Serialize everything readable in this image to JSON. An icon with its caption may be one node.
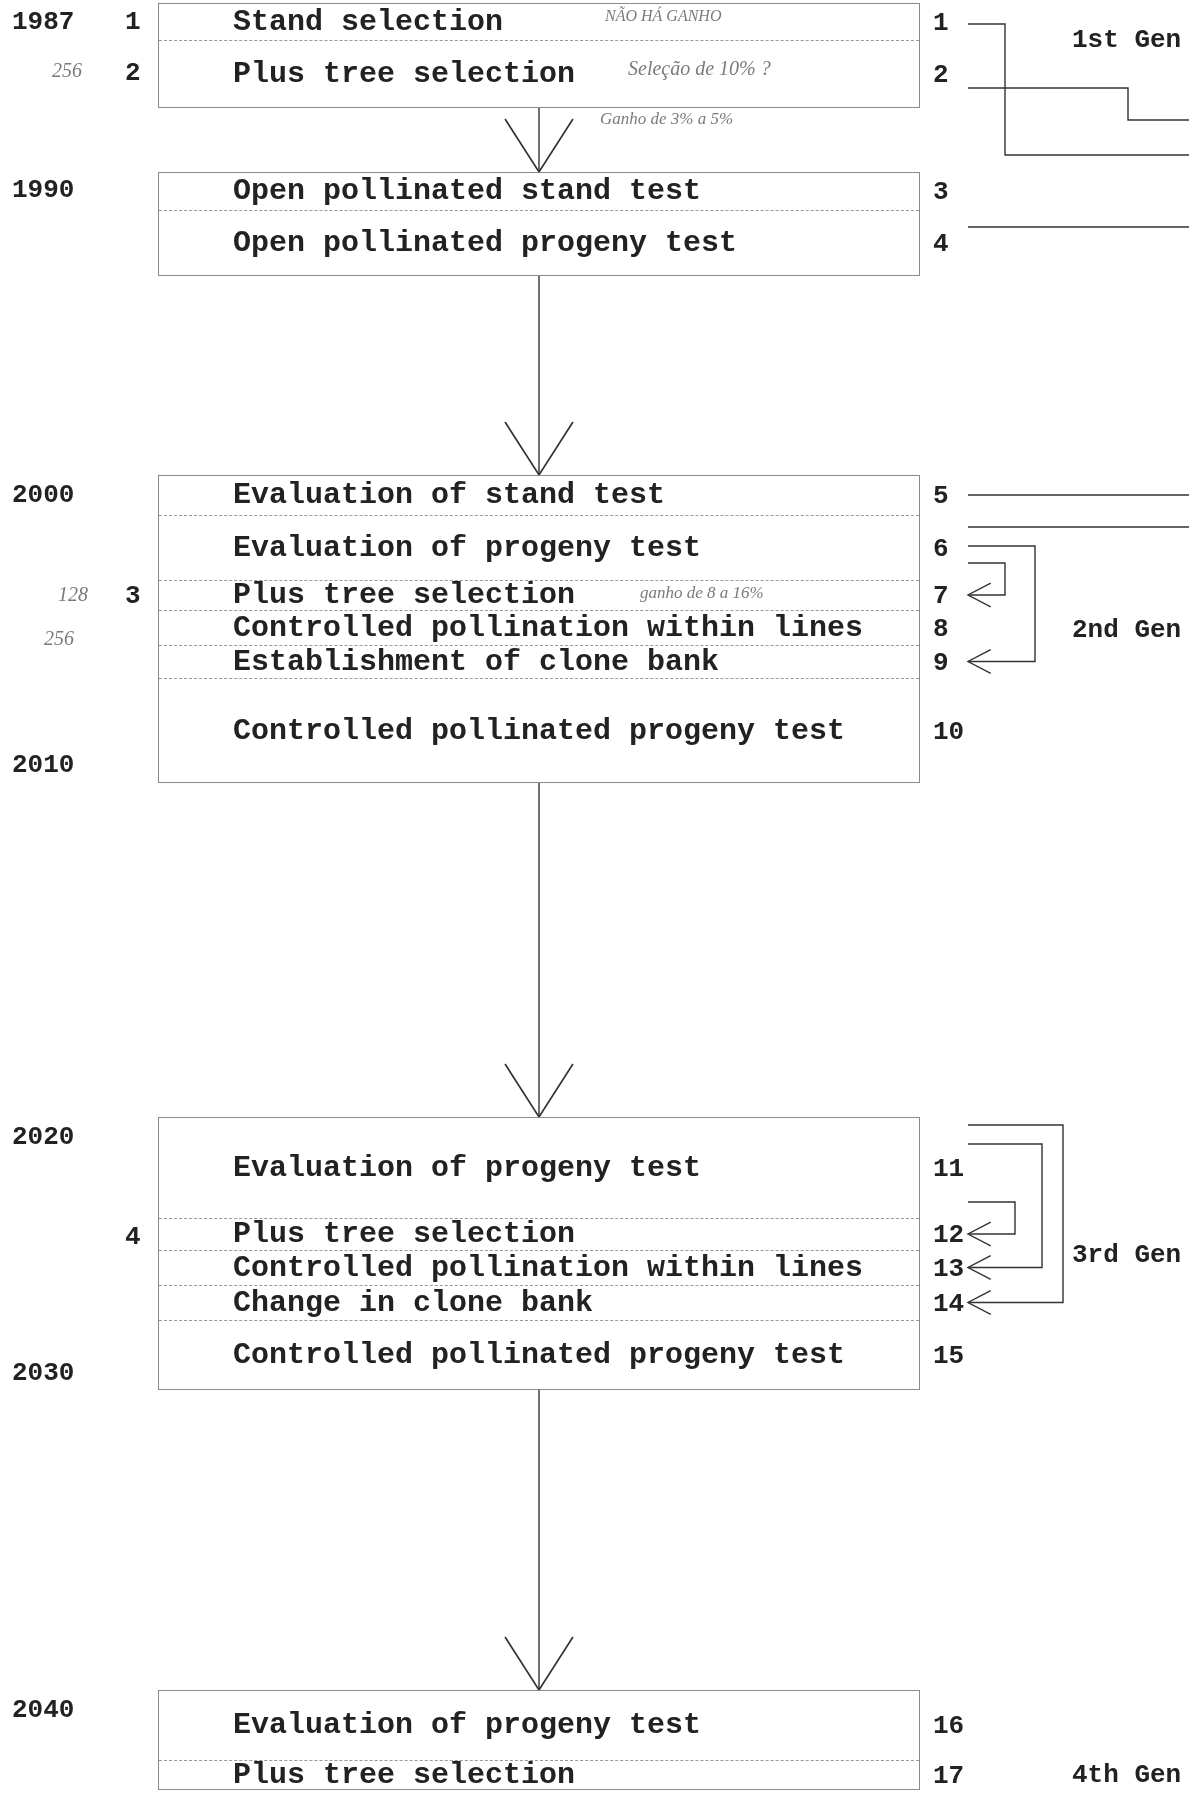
{
  "diagram": {
    "nodes": [
      {
        "text": [],
        "shape": "box"
      },
      {
        "text": [
          "Stand selection"
        ],
        "in": 0,
        "beside": [
          "1"
        ]
      },
      {
        "text": [
          "Plus tree selection"
        ],
        "in": 0,
        "beside": [
          "2"
        ]
      },
      {
        "text": [],
        "shape": "box"
      },
      {
        "text": [
          "Open pollinated stand test"
        ],
        "in": 3,
        "beside": [
          "3"
        ]
      },
      {
        "text": [
          "Open pollinated progeny test"
        ],
        "in": 3,
        "beside": [
          "4"
        ]
      },
      {
        "text": [],
        "shape": "box"
      },
      {
        "text": [
          "Evaluation of stand test"
        ],
        "in": 6,
        "beside": [
          "5"
        ]
      },
      {
        "text": [
          "Evaluation of progeny test"
        ],
        "in": 6,
        "beside": [
          "6"
        ]
      },
      {
        "text": [
          "Plus tree selection"
        ],
        "in": 6,
        "beside": [
          "7"
        ]
      },
      {
        "text": [
          "Controlled pollination within lines"
        ],
        "in": 6,
        "beside": [
          "8"
        ]
      },
      {
        "text": [
          "Establishment of clone bank"
        ],
        "in": 6,
        "beside": [
          "9"
        ]
      },
      {
        "text": [
          "Controlled pollinated progeny test"
        ],
        "in": 6,
        "beside": [
          "10"
        ]
      },
      {
        "text": [],
        "shape": "box"
      },
      {
        "text": [
          "Evaluation of progeny test"
        ],
        "in": 13,
        "beside": [
          "11"
        ]
      },
      {
        "text": [
          "Plus tree selection"
        ],
        "in": 13,
        "beside": [
          "12"
        ]
      },
      {
        "text": [
          "Controlled pollination within lines"
        ],
        "in": 13,
        "beside": [
          "13"
        ]
      },
      {
        "text": [
          "Change in clone bank"
        ],
        "in": 13,
        "beside": [
          "14"
        ]
      },
      {
        "text": [
          "Controlled pollinated progeny test"
        ],
        "in": 13,
        "beside": [
          "15"
        ]
      },
      {
        "text": [],
        "shape": "box"
      },
      {
        "text": [
          "Evaluation of progeny test"
        ],
        "in": 19,
        "beside": [
          "16"
        ]
      },
      {
        "text": [
          "Plus tree selection"
        ],
        "in": 19,
        "beside": [
          "17"
        ]
      }
    ],
    "edges": [
      {
        "from": 0,
        "to": 3,
        "arrow": "to"
      },
      {
        "from": 3,
        "to": 6,
        "arrow": "to"
      },
      {
        "from": 6,
        "to": 13,
        "arrow": "to"
      },
      {
        "from": 13,
        "to": 19,
        "arrow": "to"
      },
      {
        "from": 1,
        "to": null,
        "arrow": "none"
      },
      {
        "from": 2,
        "to": null,
        "arrow": "none"
      },
      {
        "from": 5,
        "to": null,
        "arrow": "none"
      },
      {
        "from": 7,
        "to": null,
        "arrow": "none"
      },
      {
        "from": 8,
        "to": null,
        "arrow": "none"
      },
      {
        "from": 8,
        "to": 9,
        "arrow": "to"
      },
      {
        "from": 8,
        "to": 11,
        "arrow": "to"
      },
      {
        "from": 14,
        "to": 15,
        "arrow": "to"
      },
      {
        "from": 14,
        "to": 16,
        "arrow": "to"
      },
      {
        "from": 14,
        "to": 17,
        "arrow": "to"
      }
    ],
    "labels": [
      "1987",
      "1",
      "NÃO HÁ GANHO",
      "1st Gen",
      "256",
      "2",
      "Seleção de 10% ?",
      "Ganho de 3% a 5%",
      "1990",
      "2000",
      "128",
      "3",
      "ganho de 8 a 16%",
      "256",
      "2nd Gen",
      "2010",
      "2020",
      "4",
      "3rd Gen",
      "2030",
      "2040",
      "4th Gen"
    ]
  }
}
